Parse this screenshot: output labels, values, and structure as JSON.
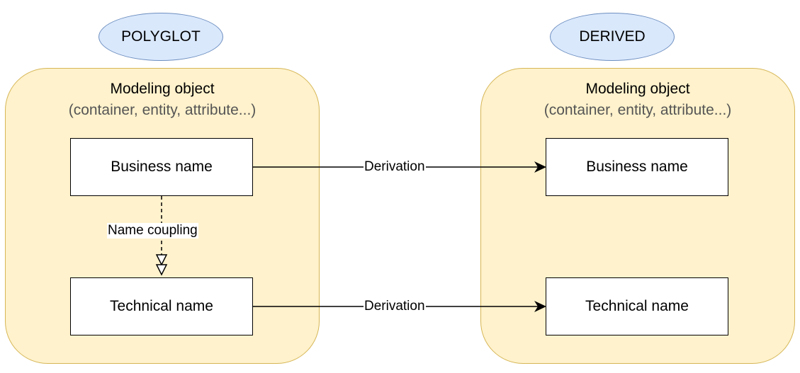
{
  "polyglot": {
    "label": "POLYGLOT",
    "title": "Modeling object",
    "subtitle": "(container, entity, attribute...)",
    "business_name": "Business name",
    "technical_name": "Technical name"
  },
  "derived": {
    "label": "DERIVED",
    "title": "Modeling object",
    "subtitle": "(container, entity, attribute...)",
    "business_name": "Business name",
    "technical_name": "Technical name"
  },
  "edges": {
    "derivation_business": "Derivation",
    "derivation_technical": "Derivation",
    "name_coupling": "Name coupling"
  },
  "colors": {
    "ellipse_fill": "#dae8fc",
    "ellipse_stroke": "#6c8ebf",
    "container_fill": "#fff2cc",
    "container_stroke": "#d6b656",
    "subtitle_text": "#555555"
  }
}
